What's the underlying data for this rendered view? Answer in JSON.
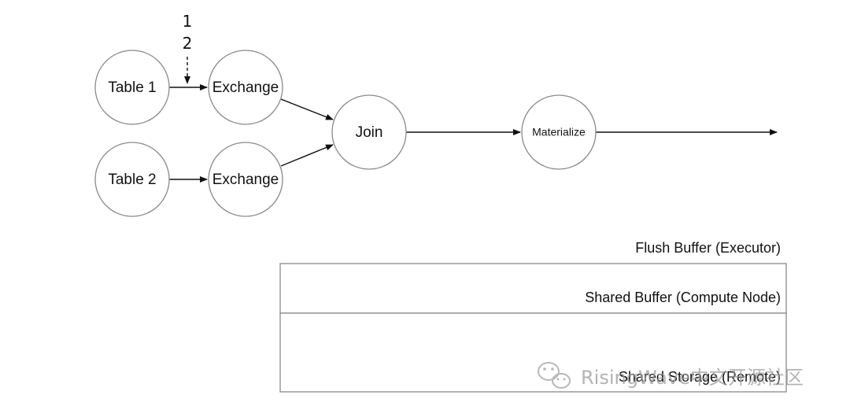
{
  "nodes": {
    "table1": "Table 1",
    "table2": "Table 2",
    "exchange_top": "Exchange",
    "exchange_bottom": "Exchange",
    "join": "Join",
    "materialize": "Materialize"
  },
  "barrier_markers": [
    "1",
    "2"
  ],
  "storage": {
    "flush_buffer": "Flush Buffer (Executor)",
    "shared_buffer": "Shared Buffer (Compute Node)",
    "shared_storage": "Shared Storage (Remote)"
  },
  "watermark": {
    "text": "RisingWave中文开源社区",
    "icon": "wechat-icon"
  }
}
